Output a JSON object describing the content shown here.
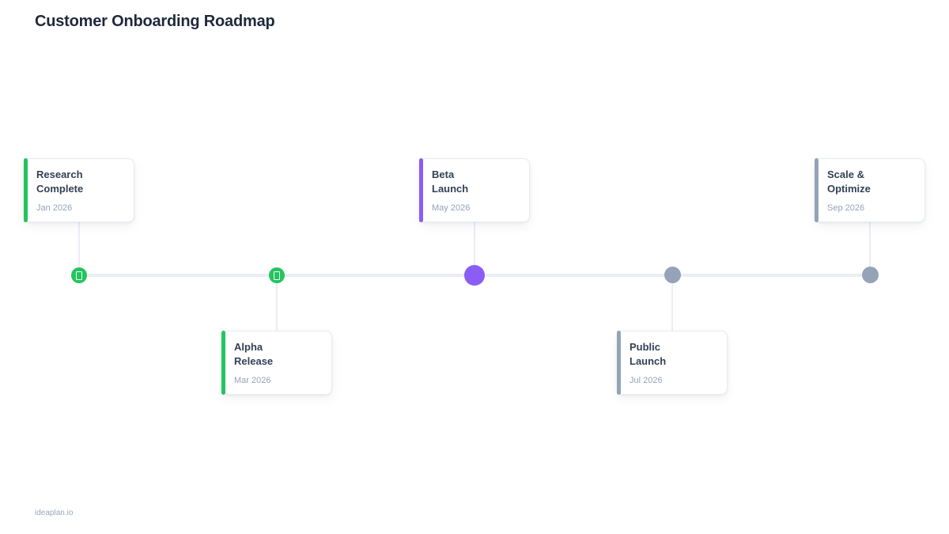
{
  "page": {
    "title": "Customer Onboarding Roadmap",
    "footer": "ideaplan.io"
  },
  "colors": {
    "done": "#22c55e",
    "current": "#8b5cf6",
    "upcoming": "#94a3b8",
    "track": "#e9eef5"
  },
  "milestones": [
    {
      "title": "Research Complete",
      "date": "Jan 2026",
      "status": "done",
      "side": "top"
    },
    {
      "title": "Alpha Release",
      "date": "Mar 2026",
      "status": "done",
      "side": "bottom"
    },
    {
      "title": "Beta Launch",
      "date": "May 2026",
      "status": "current",
      "side": "top"
    },
    {
      "title": "Public Launch",
      "date": "Jul 2026",
      "status": "upcoming",
      "side": "bottom"
    },
    {
      "title": "Scale & Optimize",
      "date": "Sep 2026",
      "status": "upcoming",
      "side": "top"
    }
  ]
}
